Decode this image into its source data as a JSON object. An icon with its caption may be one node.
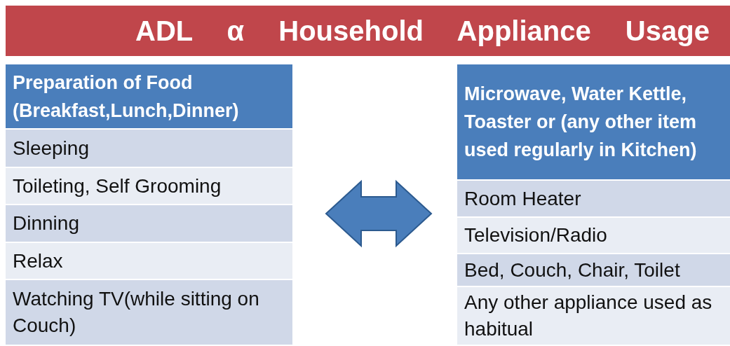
{
  "diagram": {
    "title": "ADL α Household Appliance Usage",
    "nodes": [
      {
        "text": [
          "Preparation of Food (Breakfast,Lunch,Dinner)",
          "Sleeping",
          "Toileting, Self Grooming",
          "Dinning",
          "Relax",
          "Watching TV(while sitting on Couch)"
        ]
      },
      {
        "text": [
          "Microwave, Water Kettle, Toaster or (any other item used regularly in Kitchen)",
          "Room Heater",
          "Television/Radio",
          "Bed, Couch, Chair, Toilet",
          "Any other appliance used as habitual"
        ]
      }
    ],
    "edges": [
      {
        "from": 0,
        "to": 1,
        "arrow": "both"
      }
    ]
  }
}
